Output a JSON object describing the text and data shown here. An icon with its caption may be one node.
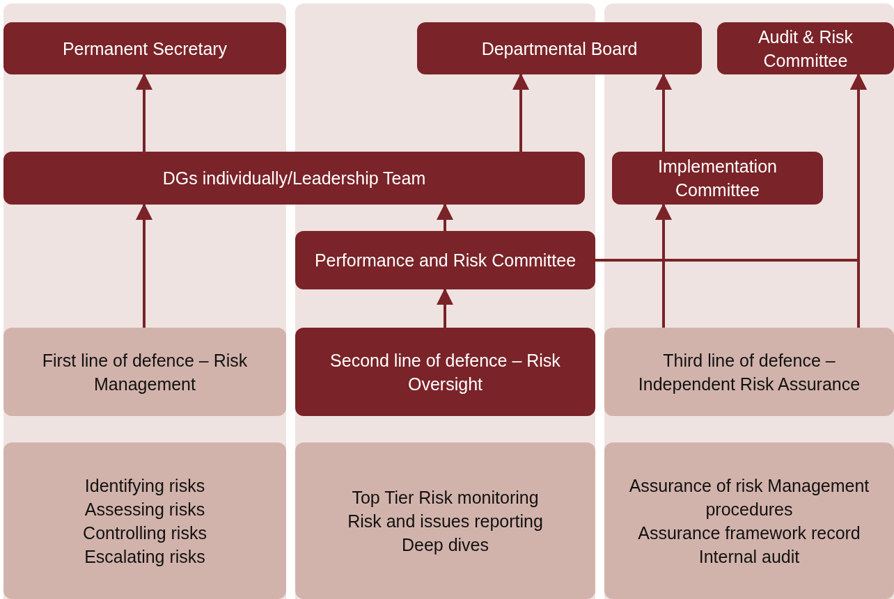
{
  "diagram": {
    "nodes": [
      {
        "text": [
          "Permanent Secretary"
        ]
      },
      {
        "text": [
          "Departmental Board"
        ]
      },
      {
        "text": [
          "Audit & Risk Committee"
        ]
      },
      {
        "text": [
          "DGs individually/Leadership Team"
        ]
      },
      {
        "text": [
          "Implementation Committee"
        ]
      },
      {
        "text": [
          "Performance and Risk Committee"
        ]
      },
      {
        "text": [
          "First line of defence – Risk Management"
        ]
      },
      {
        "text": [
          "Second line of defence – Risk Oversight"
        ]
      },
      {
        "text": [
          "Third line of defence – Independent Risk Assurance"
        ]
      },
      {
        "text": [
          "Identifying risks",
          "Assessing risks",
          "Controlling risks",
          "Escalating risks"
        ]
      },
      {
        "text": [
          "Top Tier Risk monitoring",
          "Risk and issues reporting",
          "Deep dives"
        ]
      },
      {
        "text": [
          "Assurance of risk Management procedures",
          "Assurance framework record",
          "Internal audit"
        ]
      }
    ],
    "edges": [
      {
        "from": 3,
        "to": 0,
        "arrow": "to"
      },
      {
        "from": 3,
        "to": 1,
        "arrow": "to"
      },
      {
        "from": 6,
        "to": 3,
        "arrow": "to"
      },
      {
        "from": 5,
        "to": 3,
        "arrow": "to"
      },
      {
        "from": 7,
        "to": 5,
        "arrow": "to"
      },
      {
        "from": 4,
        "to": 1,
        "arrow": "to"
      },
      {
        "from": 8,
        "to": 4,
        "arrow": "to"
      },
      {
        "from": 5,
        "to": 2,
        "arrow": "to"
      },
      {
        "from": 8,
        "to": 2,
        "arrow": "to"
      }
    ]
  }
}
